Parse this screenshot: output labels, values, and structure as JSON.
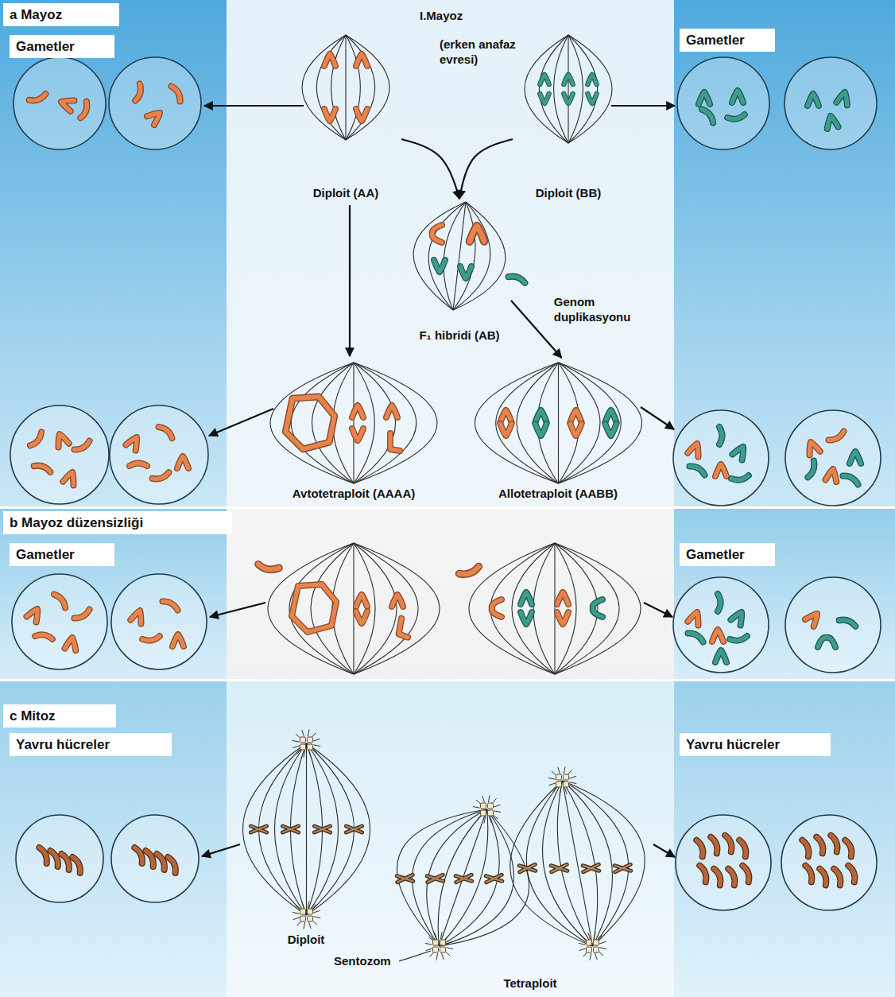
{
  "diagram": {
    "nodes": [
      {
        "text": [
          "a Mayoz"
        ]
      },
      {
        "text": [
          "Gametler"
        ]
      },
      {
        "text": [
          "Gametler"
        ]
      },
      {
        "text": [
          "Diploit (AA)"
        ]
      },
      {
        "text": [
          "Diploit (BB)"
        ]
      },
      {
        "text": [
          "F₁ hibridi (AB)"
        ]
      },
      {
        "text": [
          "Avtotetraploit (AAAA)"
        ]
      },
      {
        "text": [
          "Allotetraploit (AABB)"
        ]
      },
      {
        "text": [
          "b Mayoz düzensizliği"
        ]
      },
      {
        "text": [
          "Gametler"
        ]
      },
      {
        "text": [
          "Gametler"
        ]
      },
      {
        "text": [
          "c Mitoz"
        ]
      },
      {
        "text": [
          "Yavru hücreler"
        ]
      },
      {
        "text": [
          "Yavru hücreler"
        ]
      },
      {
        "text": [
          "Diploit"
        ]
      },
      {
        "text": [
          "Tetraploit"
        ]
      }
    ],
    "edges": [
      {
        "from": 3,
        "to": 5,
        "arrow": "to"
      },
      {
        "from": 4,
        "to": 5,
        "arrow": "to"
      },
      {
        "from": 3,
        "to": 6,
        "arrow": "to"
      },
      {
        "from": 5,
        "to": 7,
        "arrow": "to",
        "label": "Genom duplikasyonu"
      }
    ],
    "labels": [
      "I.Mayoz",
      "(erken anafaz evresi)",
      "Sentozom"
    ]
  }
}
